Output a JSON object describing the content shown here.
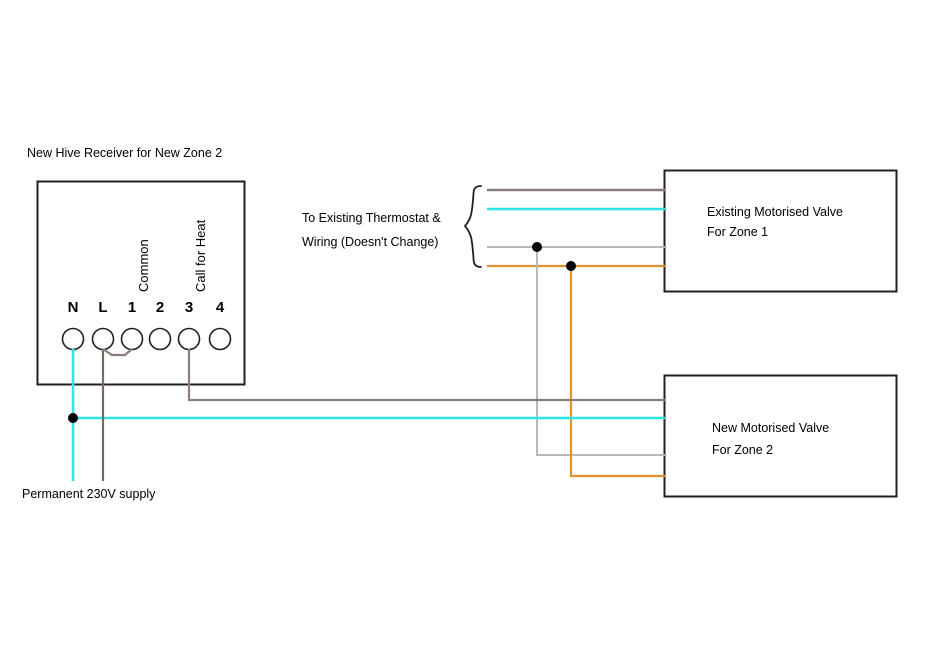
{
  "diagram": {
    "title": "New Hive Receiver for New Zone 2",
    "supply_label": "Permanent 230V supply",
    "thermostat_note_line1": "To Existing Thermostat &",
    "thermostat_note_line2": "Wiring (Doesn't Change)",
    "receiver": {
      "caption": "New Hive Receiver for New Zone 2",
      "terminals": [
        {
          "id": "N",
          "label": "N",
          "vertical_label": ""
        },
        {
          "id": "L",
          "label": "L",
          "vertical_label": ""
        },
        {
          "id": "1",
          "label": "1",
          "vertical_label": "Common"
        },
        {
          "id": "2",
          "label": "2",
          "vertical_label": ""
        },
        {
          "id": "3",
          "label": "3",
          "vertical_label": "Call for Heat"
        },
        {
          "id": "4",
          "label": "4",
          "vertical_label": ""
        }
      ]
    },
    "valves": [
      {
        "id": "zone1",
        "line1": "Existing Motorised Valve",
        "line2": "For Zone 1"
      },
      {
        "id": "zone2",
        "line1": "New Motorised Valve",
        "line2": "For Zone 2"
      }
    ],
    "wire_colors": {
      "brown": "#8a7d7a",
      "live_brown": "#7a6a60",
      "cyan": "#2ee6e6",
      "grey": "#b8b8b8",
      "orange": "#e0912f",
      "outline": "#231f20"
    }
  }
}
